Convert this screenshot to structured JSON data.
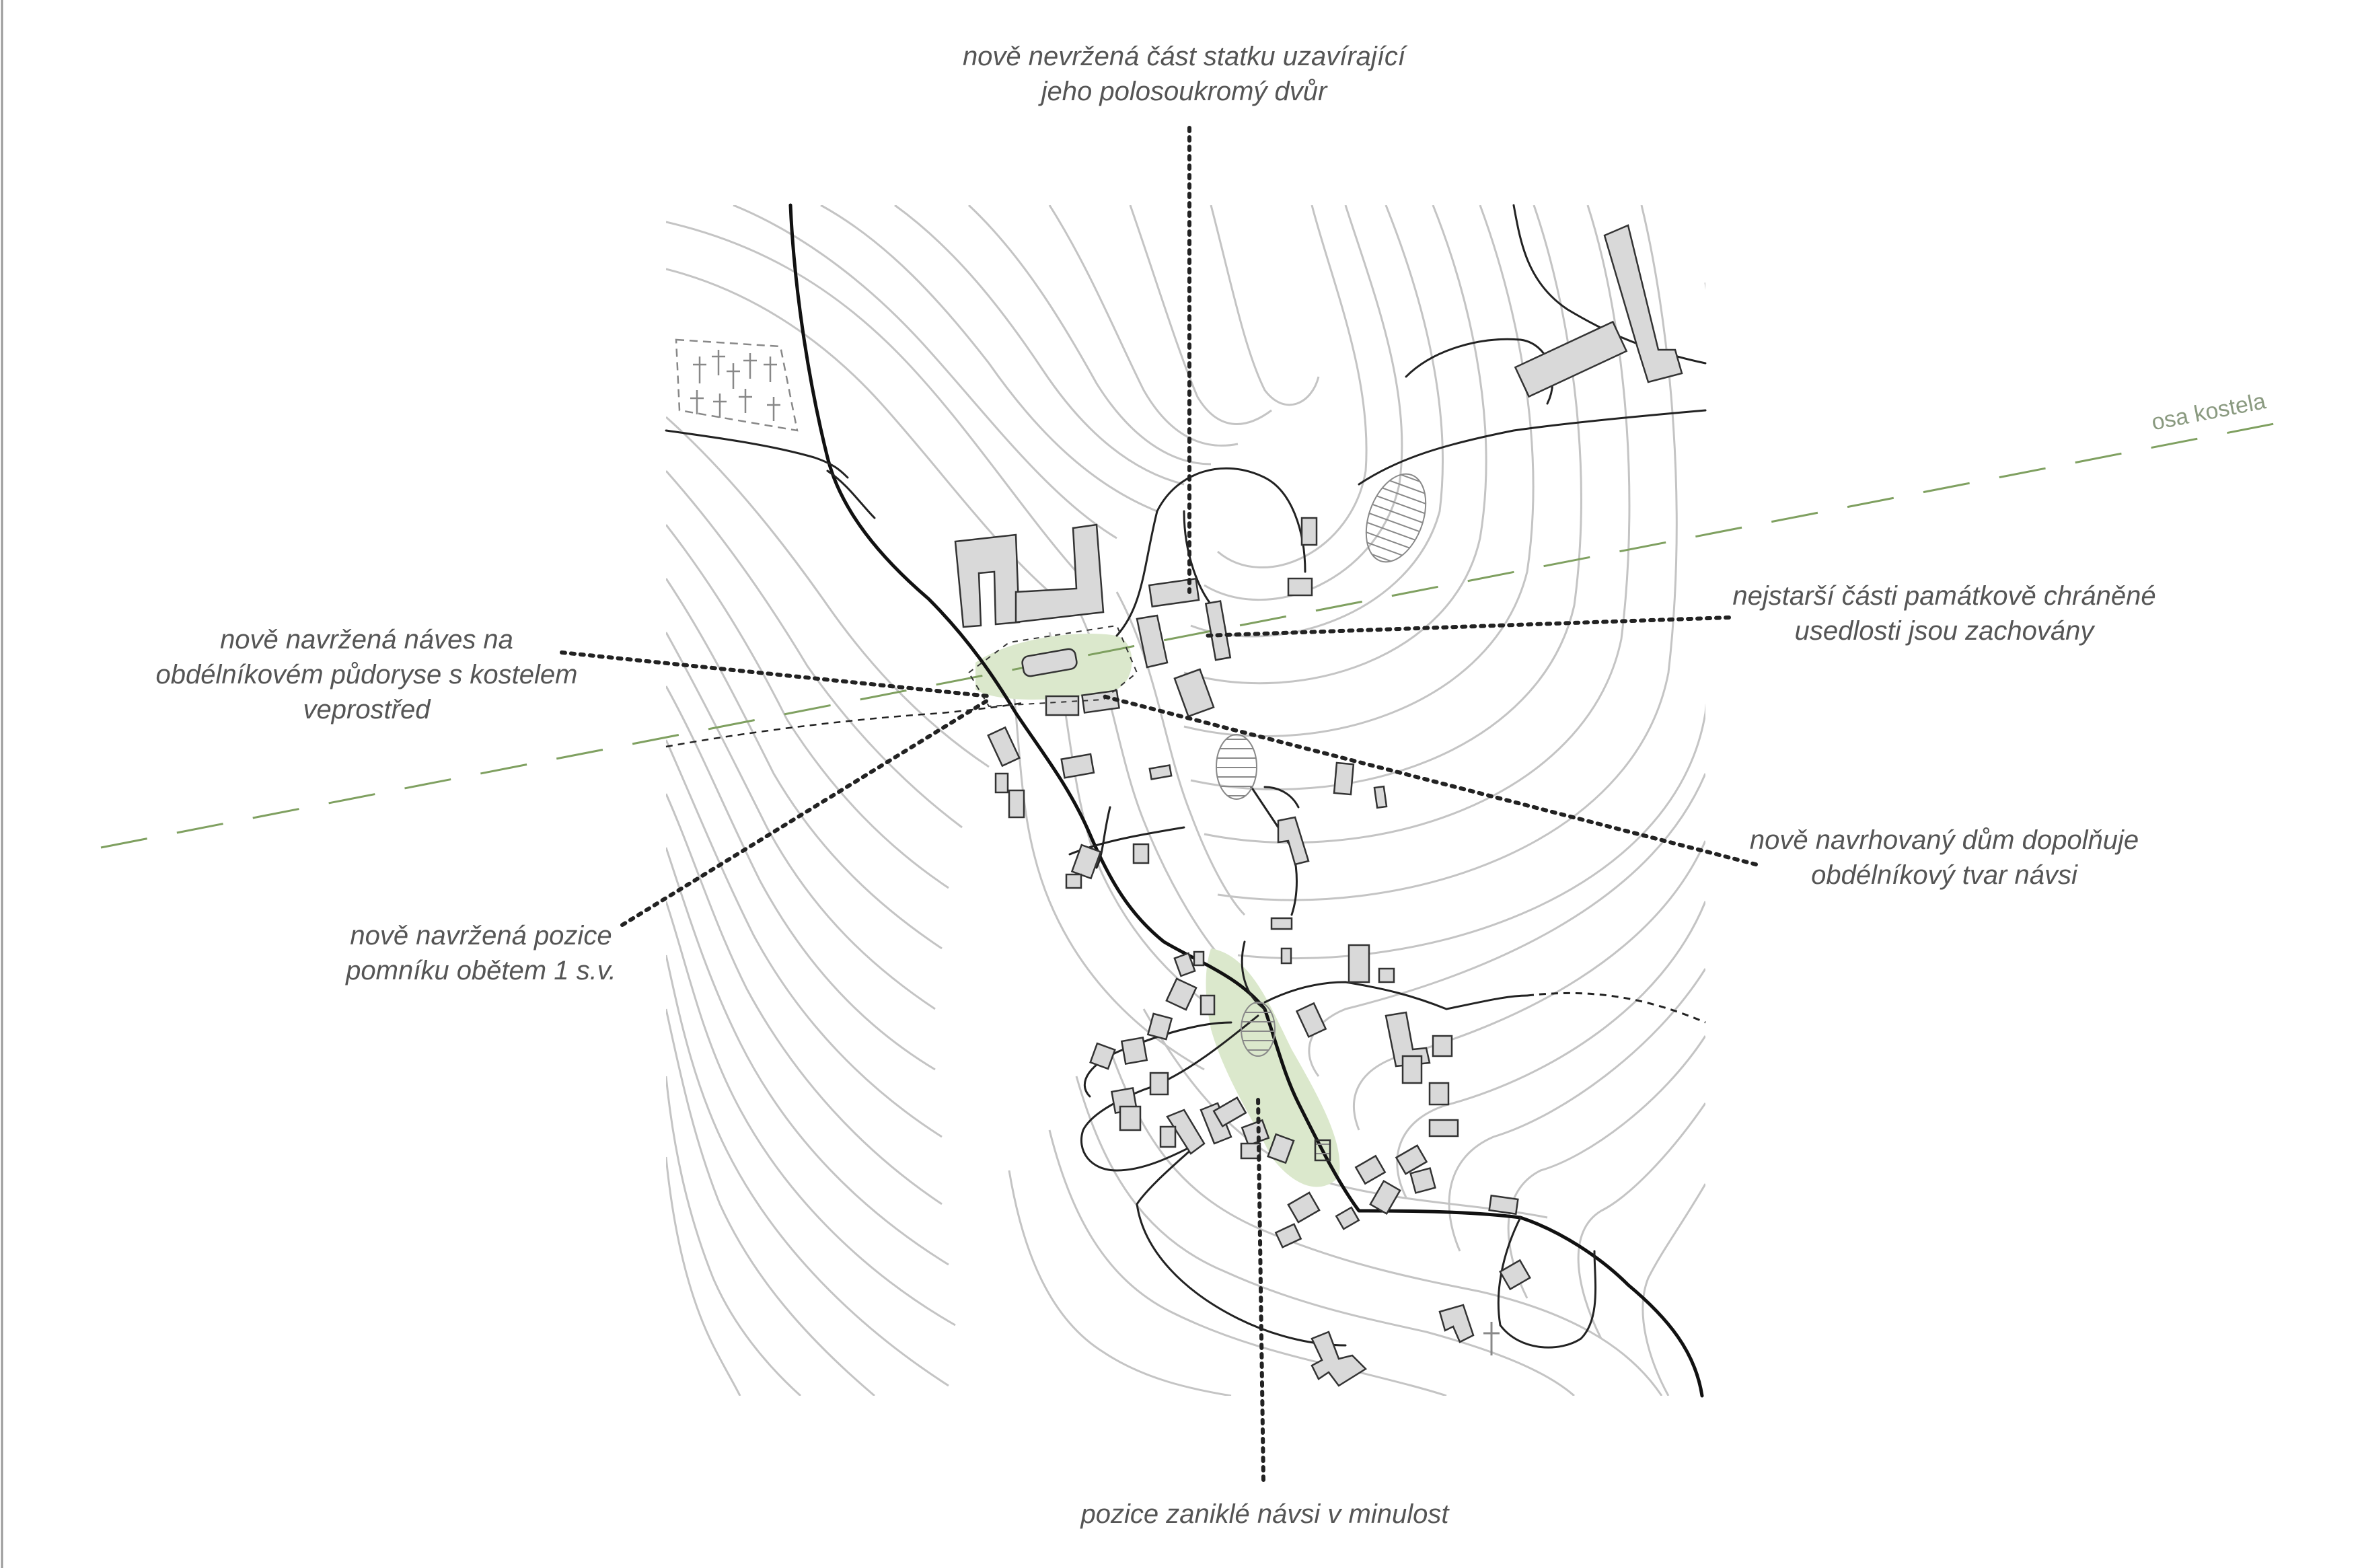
{
  "annotations": {
    "top": {
      "lines": [
        "nově nevržená část statku uzavírající",
        "jeho polosoukromý dvůr"
      ]
    },
    "left_upper": {
      "lines": [
        "nově navržená náves na",
        "obdélníkovém půdoryse s kostelem",
        "veprostřed"
      ]
    },
    "left_lower": {
      "lines": [
        "nově navržená pozice",
        "pomníku obětem 1 s.v."
      ]
    },
    "right_upper": {
      "lines": [
        "nejstarší části památkově chráněné",
        "usedlosti jsou zachovány"
      ]
    },
    "right_lower": {
      "lines": [
        "nově navrhovaný dům dopolňuje",
        "obdélníkový tvar návsi"
      ]
    },
    "bottom": {
      "lines": [
        "pozice zaniklé návsi v minulost"
      ]
    }
  },
  "axis": {
    "label": "osa kostela"
  },
  "colors": {
    "contour": "#c4c4c4",
    "road": "#111111",
    "path": "#222222",
    "building_fill": "#d9d9d9",
    "building_stroke": "#333333",
    "green_area": "#dbe8cc",
    "axis_line": "#7fa060",
    "leader": "#222222",
    "text": "#555555"
  },
  "icons": [
    "cross-icon"
  ]
}
